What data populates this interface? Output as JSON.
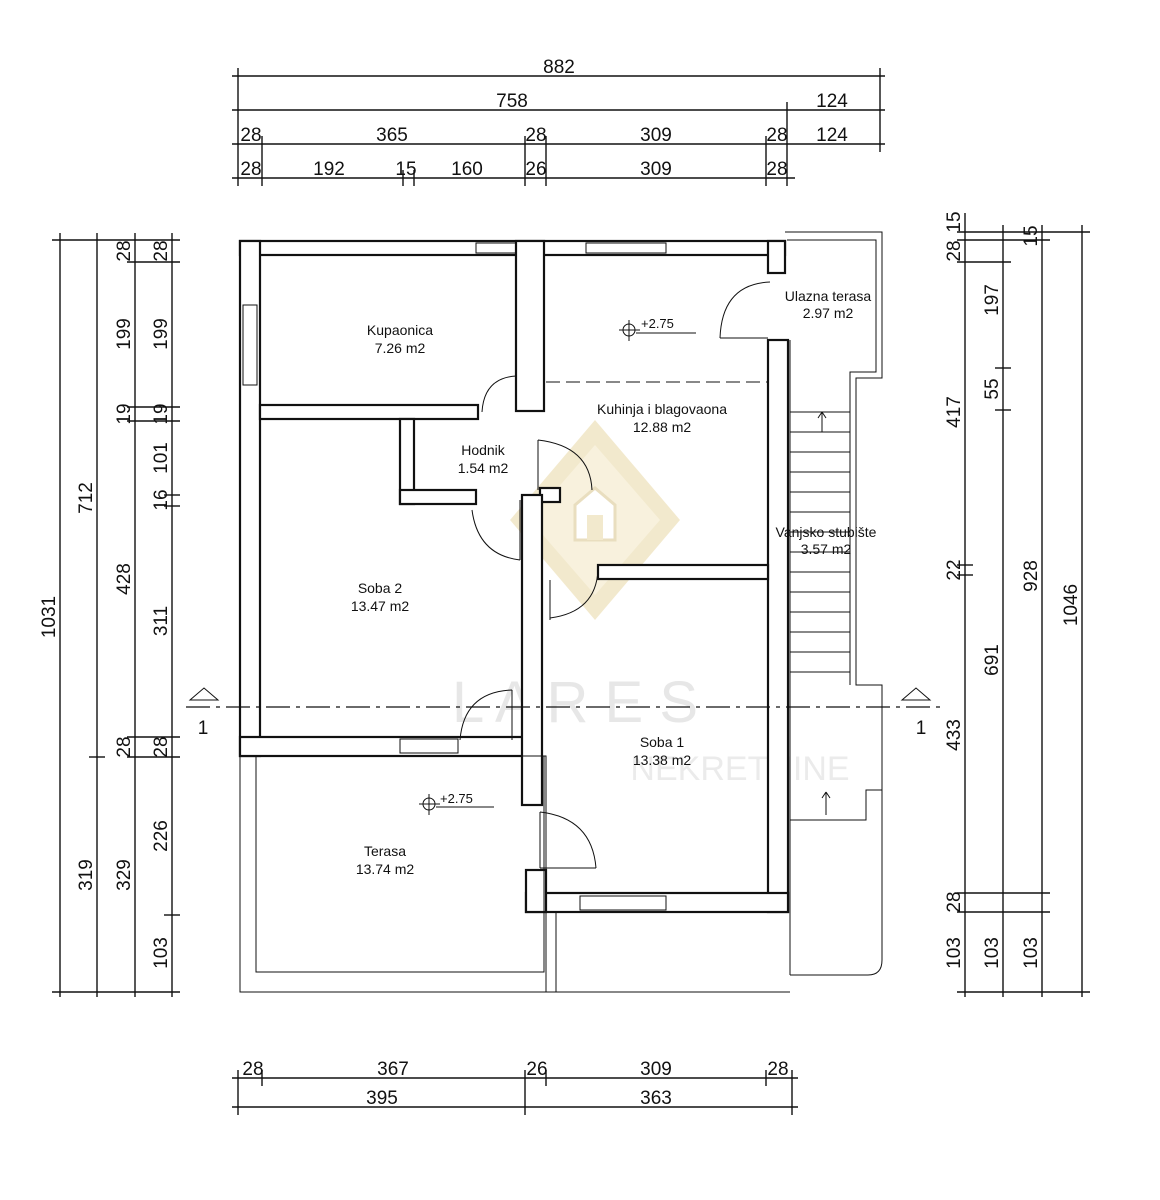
{
  "top_dimensions": {
    "row1": [
      "882"
    ],
    "row2": [
      "758",
      "124"
    ],
    "row3": [
      "28",
      "365",
      "28",
      "309",
      "28",
      "124"
    ],
    "row4": [
      "28",
      "192",
      "15",
      "160",
      "26",
      "309",
      "28"
    ]
  },
  "bottom_dimensions": {
    "row1": [
      "28",
      "367",
      "26",
      "309",
      "28"
    ],
    "row2": [
      "395",
      "363"
    ]
  },
  "left_dimensions": {
    "col1": [
      "1031"
    ],
    "col2": [
      "712",
      "319"
    ],
    "col3": [
      "28",
      "199",
      "19",
      "428",
      "28",
      "329"
    ],
    "col4": [
      "28",
      "199",
      "19",
      "101",
      "16",
      "311",
      "28",
      "226",
      "103"
    ]
  },
  "right_dimensions": {
    "col1": [
      "28",
      "15",
      "417",
      "22",
      "433",
      "28",
      "103"
    ],
    "col2": [
      "197",
      "55",
      "691",
      "103"
    ],
    "col3": [
      "15",
      "928",
      "103"
    ],
    "col4": [
      "1046"
    ]
  },
  "rooms": {
    "kupaonica": {
      "name": "Kupaonica",
      "area": "7.26  m2"
    },
    "hodnik": {
      "name": "Hodnik",
      "area": "1.54  m2"
    },
    "kuhinja": {
      "name": "Kuhinja i blagovaona",
      "area": "12.88  m2"
    },
    "ulazna": {
      "name": "Ulazna terasa",
      "area": "2.97  m2"
    },
    "stubiste": {
      "name": "Vanjsko stubište",
      "area": "3.57  m2"
    },
    "soba2": {
      "name": "Soba 2",
      "area": "13.47  m2"
    },
    "soba1": {
      "name": "Soba 1",
      "area": "13.38  m2"
    },
    "terasa": {
      "name": "Terasa",
      "area": "13.74  m2"
    }
  },
  "levels": {
    "kitchen": "+2.75",
    "terrace": "+2.75"
  },
  "section": {
    "left": "1",
    "right": "1"
  },
  "watermark": {
    "title": "L  A  R  E  S",
    "subtitle": "NEKRETNINE"
  }
}
